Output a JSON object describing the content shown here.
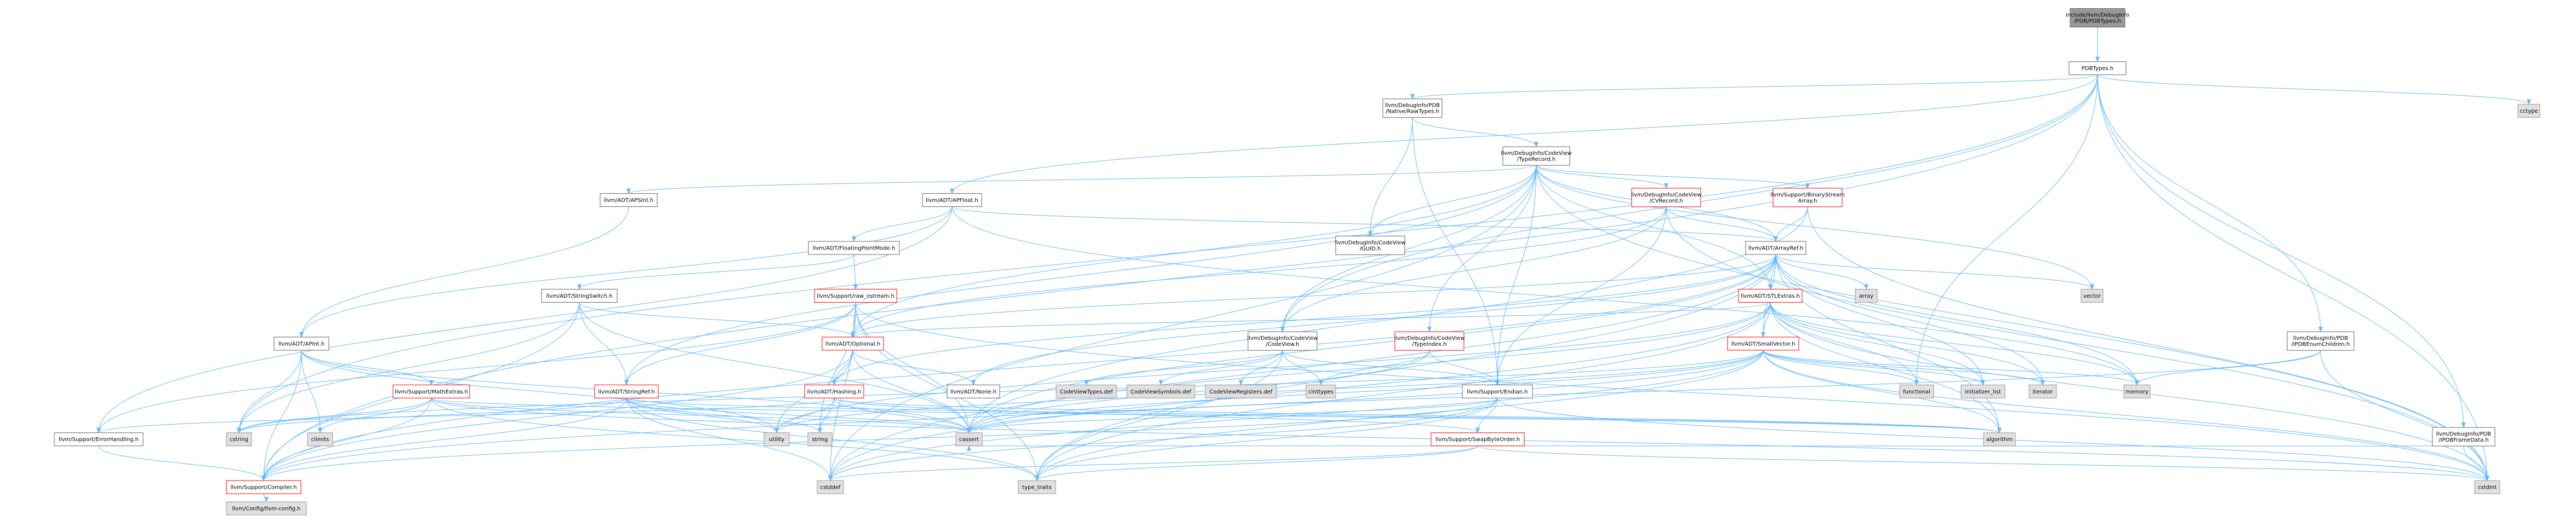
{
  "colors": {
    "edge": "#63b8ff",
    "root_fill": "#999999",
    "node_fill": "#ffffff",
    "node_border": "#666666",
    "system_fill": "#e0e0e0",
    "system_border": "#999999",
    "red_border": "#ff0000",
    "text": "#000000"
  },
  "nodes": [
    {
      "id": "root",
      "lines": [
        "include/llvm/DebugInfo",
        "/PDB/PDBTypes.h"
      ],
      "kind": "root"
    },
    {
      "id": "pdbtypes",
      "lines": [
        "PDBTypes.h"
      ],
      "kind": "normal"
    },
    {
      "id": "cctype",
      "lines": [
        "cctype"
      ],
      "kind": "system"
    },
    {
      "id": "nativeraw",
      "lines": [
        "llvm/DebugInfo/PDB",
        "/Native/RawTypes.h"
      ],
      "kind": "normal"
    },
    {
      "id": "typerecord",
      "lines": [
        "llvm/DebugInfo/CodeView",
        "/TypeRecord.h"
      ],
      "kind": "normal"
    },
    {
      "id": "apsint",
      "lines": [
        "llvm/ADT/APSInt.h"
      ],
      "kind": "normal"
    },
    {
      "id": "apfloat",
      "lines": [
        "llvm/ADT/APFloat.h"
      ],
      "kind": "normal"
    },
    {
      "id": "cvrecord",
      "lines": [
        "llvm/DebugInfo/CodeView",
        "/CVRecord.h"
      ],
      "kind": "red"
    },
    {
      "id": "binstream",
      "lines": [
        "llvm/Support/BinaryStream",
        "Array.h"
      ],
      "kind": "red"
    },
    {
      "id": "fpmode",
      "lines": [
        "llvm/ADT/FloatingPointMode.h"
      ],
      "kind": "normal"
    },
    {
      "id": "guid",
      "lines": [
        "llvm/DebugInfo/CodeView",
        "/GUID.h"
      ],
      "kind": "normal"
    },
    {
      "id": "arrayref",
      "lines": [
        "llvm/ADT/ArrayRef.h"
      ],
      "kind": "normal"
    },
    {
      "id": "array",
      "lines": [
        "array"
      ],
      "kind": "system"
    },
    {
      "id": "vector",
      "lines": [
        "vector"
      ],
      "kind": "system"
    },
    {
      "id": "stringswitch",
      "lines": [
        "llvm/ADT/StringSwitch.h"
      ],
      "kind": "normal"
    },
    {
      "id": "rawostream",
      "lines": [
        "llvm/Support/raw_ostream.h"
      ],
      "kind": "red"
    },
    {
      "id": "stlextras",
      "lines": [
        "llvm/ADT/STLExtras.h"
      ],
      "kind": "red"
    },
    {
      "id": "apint",
      "lines": [
        "llvm/ADT/APInt.h"
      ],
      "kind": "normal"
    },
    {
      "id": "optional",
      "lines": [
        "llvm/ADT/Optional.h"
      ],
      "kind": "red"
    },
    {
      "id": "codeview",
      "lines": [
        "llvm/DebugInfo/CodeView",
        "/CodeView.h"
      ],
      "kind": "normal"
    },
    {
      "id": "typeindex",
      "lines": [
        "llvm/DebugInfo/CodeView",
        "/TypeIndex.h"
      ],
      "kind": "red"
    },
    {
      "id": "smallvector",
      "lines": [
        "llvm/ADT/SmallVector.h"
      ],
      "kind": "red"
    },
    {
      "id": "enumchildren",
      "lines": [
        "llvm/DebugInfo/PDB",
        "/IPDBEnumChildren.h"
      ],
      "kind": "normal"
    },
    {
      "id": "mathextras",
      "lines": [
        "llvm/Support/MathExtras.h"
      ],
      "kind": "red"
    },
    {
      "id": "stringref",
      "lines": [
        "llvm/ADT/StringRef.h"
      ],
      "kind": "red"
    },
    {
      "id": "hashing",
      "lines": [
        "llvm/ADT/Hashing.h"
      ],
      "kind": "red"
    },
    {
      "id": "none",
      "lines": [
        "llvm/ADT/None.h"
      ],
      "kind": "normal"
    },
    {
      "id": "cvtypesdef",
      "lines": [
        "CodeViewTypes.def"
      ],
      "kind": "system"
    },
    {
      "id": "cvsymbolsdef",
      "lines": [
        "CodeViewSymbols.def"
      ],
      "kind": "system"
    },
    {
      "id": "cvregistersdef",
      "lines": [
        "CodeViewRegisters.def"
      ],
      "kind": "system"
    },
    {
      "id": "cinttypes",
      "lines": [
        "cinttypes"
      ],
      "kind": "system"
    },
    {
      "id": "endian",
      "lines": [
        "llvm/Support/Endian.h"
      ],
      "kind": "normal"
    },
    {
      "id": "functional",
      "lines": [
        "functional"
      ],
      "kind": "system"
    },
    {
      "id": "initlist",
      "lines": [
        "initializer_list"
      ],
      "kind": "system"
    },
    {
      "id": "iterator",
      "lines": [
        "iterator"
      ],
      "kind": "system"
    },
    {
      "id": "memory",
      "lines": [
        "memory"
      ],
      "kind": "system"
    },
    {
      "id": "framedata",
      "lines": [
        "llvm/DebugInfo/PDB",
        "/IPDBFrameData.h"
      ],
      "kind": "normal"
    },
    {
      "id": "errorhandling",
      "lines": [
        "llvm/Support/ErrorHandling.h"
      ],
      "kind": "normal"
    },
    {
      "id": "cstring",
      "lines": [
        "cstring"
      ],
      "kind": "system"
    },
    {
      "id": "climits",
      "lines": [
        "climits"
      ],
      "kind": "system"
    },
    {
      "id": "utility",
      "lines": [
        "utility"
      ],
      "kind": "system"
    },
    {
      "id": "string",
      "lines": [
        "string"
      ],
      "kind": "system"
    },
    {
      "id": "cassert",
      "lines": [
        "cassert"
      ],
      "kind": "system"
    },
    {
      "id": "swapbyteorder",
      "lines": [
        "llvm/Support/SwapByteOrder.h"
      ],
      "kind": "red"
    },
    {
      "id": "algorithm",
      "lines": [
        "algorithm"
      ],
      "kind": "system"
    },
    {
      "id": "compiler",
      "lines": [
        "llvm/Support/Compiler.h"
      ],
      "kind": "red"
    },
    {
      "id": "typetraits",
      "lines": [
        "type_traits"
      ],
      "kind": "system"
    },
    {
      "id": "cstddef",
      "lines": [
        "cstddef"
      ],
      "kind": "system"
    },
    {
      "id": "cstdint",
      "lines": [
        "cstdint"
      ],
      "kind": "system"
    },
    {
      "id": "llvmconfig",
      "lines": [
        "llvm/Config/llvm-config.h"
      ],
      "kind": "system"
    }
  ],
  "edges": [
    [
      "root",
      "pdbtypes"
    ],
    [
      "pdbtypes",
      "cctype"
    ],
    [
      "pdbtypes",
      "nativeraw"
    ],
    [
      "pdbtypes",
      "codeview"
    ],
    [
      "pdbtypes",
      "apfloat"
    ],
    [
      "pdbtypes",
      "enumchildren"
    ],
    [
      "pdbtypes",
      "framedata"
    ],
    [
      "pdbtypes",
      "cstring"
    ],
    [
      "pdbtypes",
      "compiler"
    ],
    [
      "pdbtypes",
      "cstdint"
    ],
    [
      "pdbtypes",
      "functional"
    ],
    [
      "nativeraw",
      "typerecord"
    ],
    [
      "nativeraw",
      "guid"
    ],
    [
      "nativeraw",
      "endian"
    ],
    [
      "typerecord",
      "apsint"
    ],
    [
      "typerecord",
      "arrayref"
    ],
    [
      "typerecord",
      "cvrecord"
    ],
    [
      "typerecord",
      "binstream"
    ],
    [
      "typerecord",
      "guid"
    ],
    [
      "typerecord",
      "codeview"
    ],
    [
      "typerecord",
      "typeindex"
    ],
    [
      "typerecord",
      "stlextras"
    ],
    [
      "typerecord",
      "optional"
    ],
    [
      "typerecord",
      "stringref"
    ],
    [
      "typerecord",
      "endian"
    ],
    [
      "typerecord",
      "vector"
    ],
    [
      "typerecord",
      "cstdint"
    ],
    [
      "typerecord",
      "cstddef"
    ],
    [
      "apsint",
      "apint"
    ],
    [
      "apfloat",
      "fpmode"
    ],
    [
      "apfloat",
      "arrayref"
    ],
    [
      "apfloat",
      "apint"
    ],
    [
      "apfloat",
      "errorhandling"
    ],
    [
      "apfloat",
      "memory"
    ],
    [
      "cvrecord",
      "arrayref"
    ],
    [
      "cvrecord",
      "codeview"
    ],
    [
      "cvrecord",
      "endian"
    ],
    [
      "cvrecord",
      "optional"
    ],
    [
      "cvrecord",
      "cstdint"
    ],
    [
      "binstream",
      "arrayref"
    ],
    [
      "binstream",
      "cassert"
    ],
    [
      "binstream",
      "cstdint"
    ],
    [
      "fpmode",
      "stringswitch"
    ],
    [
      "fpmode",
      "rawostream"
    ],
    [
      "arrayref",
      "array"
    ],
    [
      "arrayref",
      "vector"
    ],
    [
      "arrayref",
      "stlextras"
    ],
    [
      "arrayref",
      "smallvector"
    ],
    [
      "arrayref",
      "compiler"
    ],
    [
      "arrayref",
      "hashing"
    ],
    [
      "arrayref",
      "none"
    ],
    [
      "arrayref",
      "cassert"
    ],
    [
      "arrayref",
      "cstddef"
    ],
    [
      "arrayref",
      "initlist"
    ],
    [
      "arrayref",
      "iterator"
    ],
    [
      "arrayref",
      "memory"
    ],
    [
      "arrayref",
      "typetraits"
    ],
    [
      "arrayref",
      "algorithm"
    ],
    [
      "arrayref",
      "optional"
    ],
    [
      "stringswitch",
      "stringref"
    ],
    [
      "stringswitch",
      "compiler"
    ],
    [
      "stringswitch",
      "cassert"
    ],
    [
      "stringswitch",
      "cstring"
    ],
    [
      "stringswitch",
      "optional"
    ],
    [
      "rawostream",
      "optional"
    ],
    [
      "rawostream",
      "stringref"
    ],
    [
      "rawostream",
      "cassert"
    ],
    [
      "rawostream",
      "cstddef"
    ],
    [
      "rawostream",
      "cstdint"
    ],
    [
      "rawostream",
      "string"
    ],
    [
      "rawostream",
      "typetraits"
    ],
    [
      "rawostream",
      "errorhandling"
    ],
    [
      "stlextras",
      "smallvector"
    ],
    [
      "stlextras",
      "functional"
    ],
    [
      "stlextras",
      "initlist"
    ],
    [
      "stlextras",
      "iterator"
    ],
    [
      "stlextras",
      "memory"
    ],
    [
      "stlextras",
      "algorithm"
    ],
    [
      "stlextras",
      "cassert"
    ],
    [
      "stlextras",
      "cstddef"
    ],
    [
      "stlextras",
      "cstdint"
    ],
    [
      "stlextras",
      "typetraits"
    ],
    [
      "stlextras",
      "utility"
    ],
    [
      "stlextras",
      "optional"
    ],
    [
      "apint",
      "mathextras"
    ],
    [
      "apint",
      "compiler"
    ],
    [
      "apint",
      "cassert"
    ],
    [
      "apint",
      "climits"
    ],
    [
      "apint",
      "cstring"
    ],
    [
      "apint",
      "utility"
    ],
    [
      "optional",
      "hashing"
    ],
    [
      "optional",
      "none"
    ],
    [
      "optional",
      "compiler"
    ],
    [
      "optional",
      "cassert"
    ],
    [
      "optional",
      "utility"
    ],
    [
      "codeview",
      "cvtypesdef"
    ],
    [
      "codeview",
      "cvsymbolsdef"
    ],
    [
      "codeview",
      "cvregistersdef"
    ],
    [
      "codeview",
      "cinttypes"
    ],
    [
      "codeview",
      "endian"
    ],
    [
      "codeview",
      "typetraits"
    ],
    [
      "typeindex",
      "endian"
    ],
    [
      "typeindex",
      "cassert"
    ],
    [
      "typeindex",
      "cinttypes"
    ],
    [
      "smallvector",
      "compiler"
    ],
    [
      "smallvector",
      "algorithm"
    ],
    [
      "smallvector",
      "cassert"
    ],
    [
      "smallvector",
      "cstddef"
    ],
    [
      "smallvector",
      "cstdint"
    ],
    [
      "smallvector",
      "cstring"
    ],
    [
      "smallvector",
      "functional"
    ],
    [
      "smallvector",
      "initlist"
    ],
    [
      "smallvector",
      "iterator"
    ],
    [
      "smallvector",
      "memory"
    ],
    [
      "smallvector",
      "typetraits"
    ],
    [
      "smallvector",
      "utility"
    ],
    [
      "enumchildren",
      "memory"
    ],
    [
      "enumchildren",
      "cassert"
    ],
    [
      "enumchildren",
      "cstdint"
    ],
    [
      "mathextras",
      "compiler"
    ],
    [
      "mathextras",
      "cassert"
    ],
    [
      "mathextras",
      "climits"
    ],
    [
      "mathextras",
      "cstring"
    ],
    [
      "mathextras",
      "typetraits"
    ],
    [
      "mathextras",
      "algorithm"
    ],
    [
      "mathextras",
      "cstdint"
    ],
    [
      "stringref",
      "compiler"
    ],
    [
      "stringref",
      "algorithm"
    ],
    [
      "stringref",
      "cassert"
    ],
    [
      "stringref",
      "cstddef"
    ],
    [
      "stringref",
      "cstring"
    ],
    [
      "stringref",
      "string"
    ],
    [
      "stringref",
      "typetraits"
    ],
    [
      "stringref",
      "utility"
    ],
    [
      "hashing",
      "errorhandling"
    ],
    [
      "hashing",
      "swapbyteorder"
    ],
    [
      "hashing",
      "string"
    ],
    [
      "hashing",
      "cassert"
    ],
    [
      "hashing",
      "utility"
    ],
    [
      "hashing",
      "algorithm"
    ],
    [
      "endian",
      "compiler"
    ],
    [
      "endian",
      "swapbyteorder"
    ],
    [
      "endian",
      "cassert"
    ],
    [
      "endian",
      "cstddef"
    ],
    [
      "endian",
      "cstdint"
    ],
    [
      "endian",
      "typetraits"
    ],
    [
      "framedata",
      "cstdint"
    ],
    [
      "framedata",
      "cassert"
    ],
    [
      "errorhandling",
      "compiler"
    ],
    [
      "swapbyteorder",
      "cstddef"
    ],
    [
      "swapbyteorder",
      "cstdint"
    ],
    [
      "swapbyteorder",
      "typetraits"
    ],
    [
      "compiler",
      "llvmconfig"
    ]
  ]
}
